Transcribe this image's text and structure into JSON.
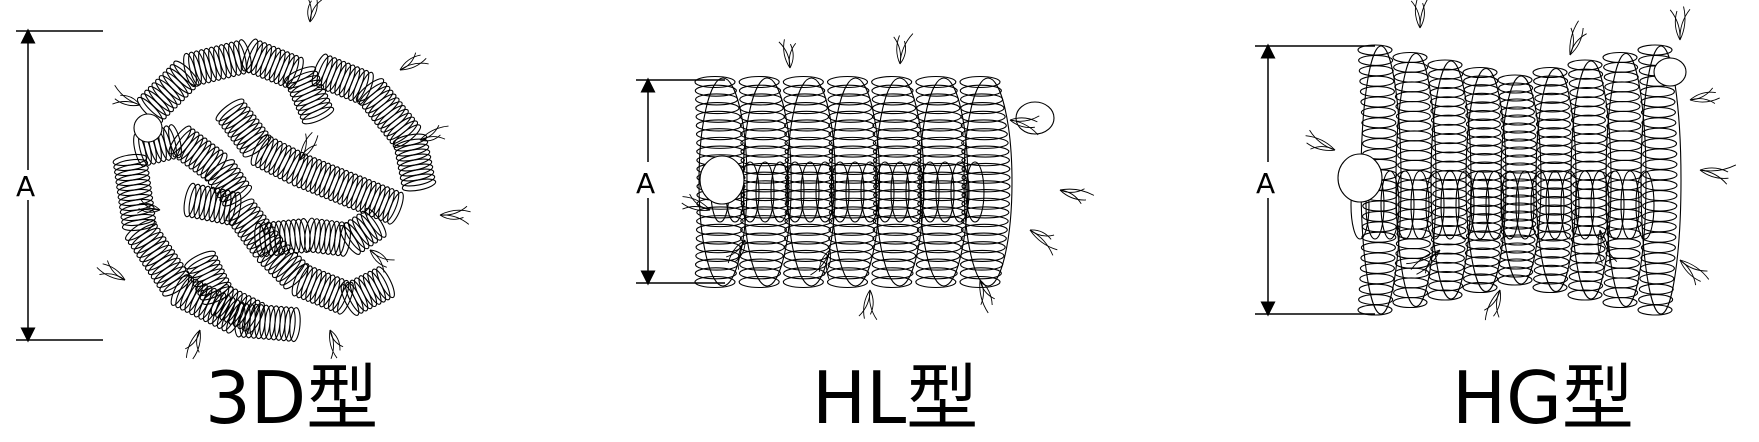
{
  "figures": [
    {
      "id": "3d",
      "type_label": "3D型",
      "dimension_label": "A"
    },
    {
      "id": "hl",
      "type_label": "HL型",
      "dimension_label": "A"
    },
    {
      "id": "hg",
      "type_label": "HG型",
      "dimension_label": "A"
    }
  ],
  "colors": {
    "stroke": "#000000",
    "background": "#ffffff"
  }
}
